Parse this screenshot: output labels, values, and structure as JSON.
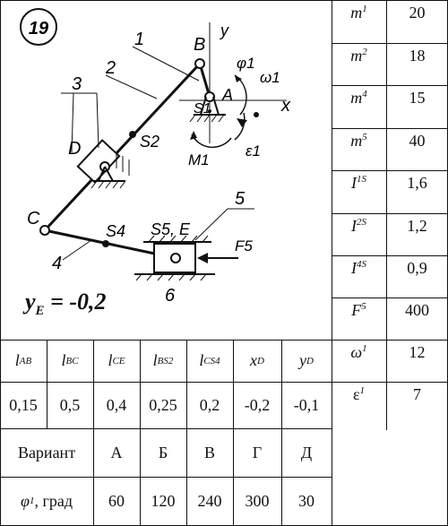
{
  "diagram": {
    "variant_number": "19",
    "link_labels": [
      "1",
      "2",
      "3",
      "4",
      "5",
      "6"
    ],
    "point_labels": {
      "A": "A",
      "B": "B",
      "C": "C",
      "D": "D",
      "E": "S5, E",
      "S1": "S1",
      "S2": "S2",
      "S4": "S4"
    },
    "axis_labels": {
      "x": "x",
      "y": "y"
    },
    "kinematic_labels": {
      "phi": "φ1",
      "omega": "ω1",
      "eps": "ε1",
      "M": "M1",
      "F": "F5"
    },
    "ye_label": "yE = -0,2",
    "ye_name": "y",
    "ye_sub": "E",
    "ye_value": " = -0,2"
  },
  "right_table": [
    {
      "sym": "m",
      "sub": "1",
      "value": "20"
    },
    {
      "sym": "m",
      "sub": "2",
      "value": "18"
    },
    {
      "sym": "m",
      "sub": "4",
      "value": "15"
    },
    {
      "sym": "m",
      "sub": "5",
      "value": "40"
    },
    {
      "sym": "I",
      "sub": "1S",
      "value": "1,6"
    },
    {
      "sym": "I",
      "sub": "2S",
      "value": "1,2"
    },
    {
      "sym": "I",
      "sub": "4S",
      "value": "0,9"
    },
    {
      "sym": "F",
      "sub": "5",
      "value": "400"
    },
    {
      "sym": "ω",
      "sub": "1",
      "value": "12"
    },
    {
      "sym": "ε",
      "sub": "1",
      "value": "7"
    }
  ],
  "bottom_table": {
    "headers": [
      {
        "sym": "l",
        "sub": "AB"
      },
      {
        "sym": "l",
        "sub": "BC"
      },
      {
        "sym": "l",
        "sub": "CE"
      },
      {
        "sym": "l",
        "sub": "BS2"
      },
      {
        "sym": "l",
        "sub": "CS4"
      },
      {
        "sym": "x",
        "sub": "D"
      },
      {
        "sym": "y",
        "sub": "D"
      }
    ],
    "values": [
      "0,15",
      "0,5",
      "0,4",
      "0,25",
      "0,2",
      "-0,2",
      "-0,1"
    ],
    "variant_label": "Вариант",
    "variants": [
      "А",
      "Б",
      "В",
      "Г",
      "Д"
    ],
    "angle_label_sym": "φ",
    "angle_label_sub": "1",
    "angle_label_rest": ", град",
    "angles": [
      "60",
      "120",
      "240",
      "300",
      "30"
    ]
  }
}
